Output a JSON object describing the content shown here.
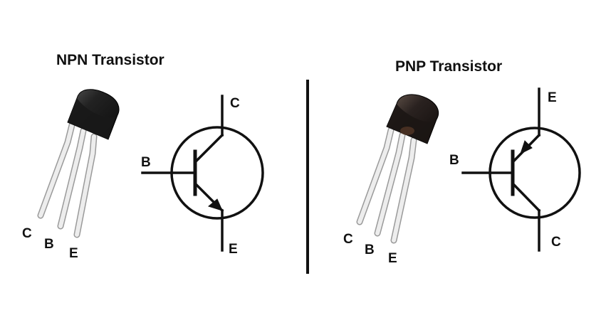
{
  "npn": {
    "title": "NPN Transistor",
    "package_pins": [
      "C",
      "B",
      "E"
    ],
    "symbol_pins": {
      "collector": "C",
      "base": "B",
      "emitter": "E"
    }
  },
  "pnp": {
    "title": "PNP Transistor",
    "package_pins": [
      "C",
      "B",
      "E"
    ],
    "symbol_pins": {
      "emitter": "E",
      "base": "B",
      "collector": "C"
    }
  },
  "colors": {
    "line": "#111111",
    "npn_body": "#1e1e1e",
    "pnp_body": "#262220",
    "lead": "#e3e3e3",
    "lead_outline": "#9a9a9a"
  }
}
